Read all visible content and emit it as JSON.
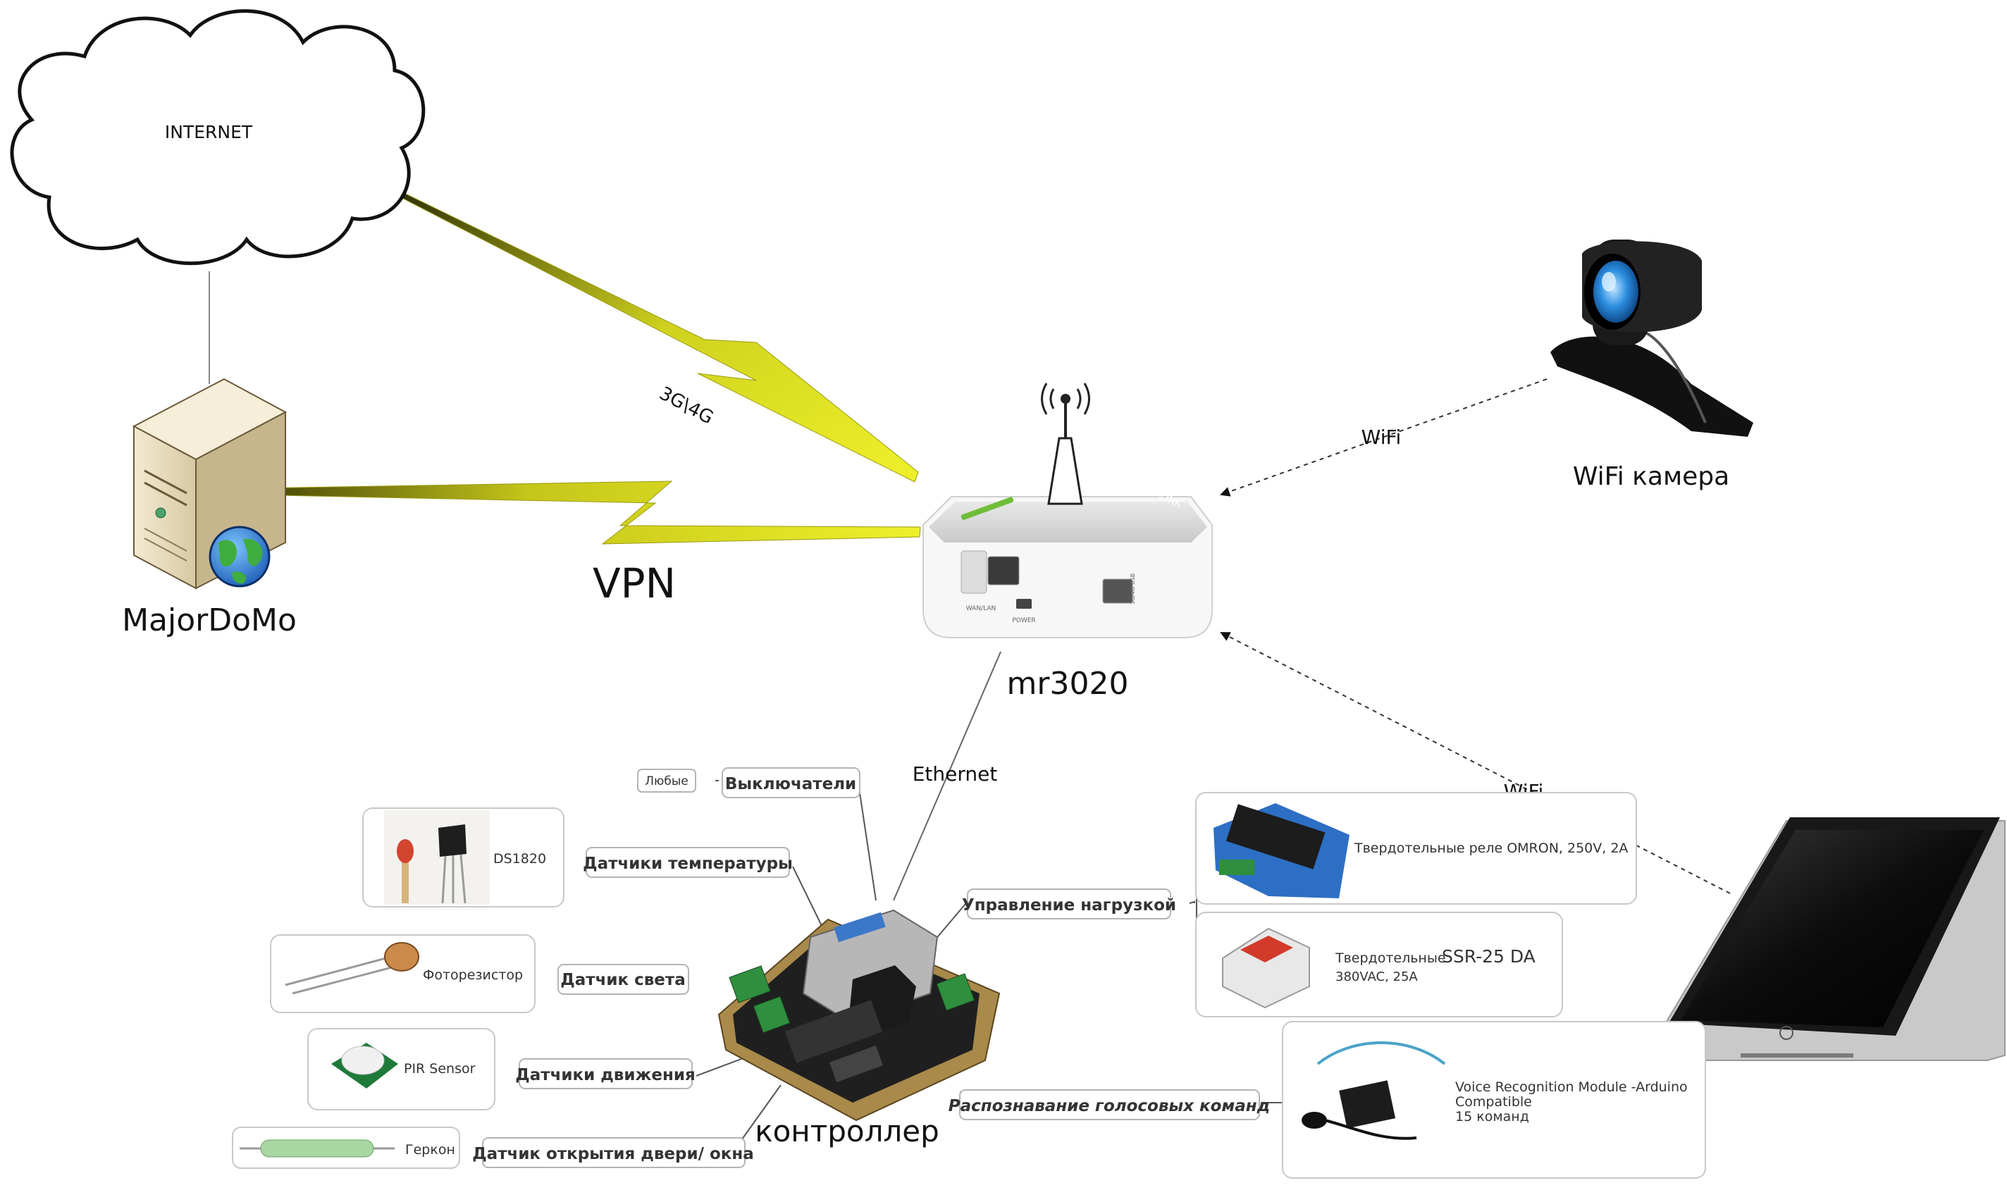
{
  "nodes": {
    "internet": "INTERNET",
    "server": "MajorDoMo",
    "router": "mr3020",
    "camera": "WiFi камера",
    "controller": "контроллер"
  },
  "links": {
    "cellular": "3G\\4G",
    "vpn": "VPN",
    "ethernet": "Ethernet",
    "wifi_camera": "WiFi",
    "wifi_tablet": "WiFi"
  },
  "router_ports": {
    "wan_lan": "WAN/LAN",
    "power": "POWER",
    "usb": "3G/4G USB",
    "brand": "TP-LINK"
  },
  "branches": {
    "switches": "Выключатели",
    "switches_note": "Любые",
    "temperature": "Датчики температуры",
    "temperature_sensor": "DS1820",
    "light": "Датчик света",
    "light_sensor": "Фоторезистор",
    "motion": "Датчики движения",
    "motion_sensor": "PIR Sensor",
    "door": "Датчик открытия двери/ окна",
    "door_sensor": "Геркон",
    "load": "Управление нагрузкой",
    "relay_omron": "Твердотельные реле OMRON, 250V, 2A",
    "ssr_prefix": "Твердотельные",
    "ssr_model": "SSR-25 DA",
    "ssr_spec": "380VAC, 25A",
    "voice": "Распознавание голосовых команд",
    "voice_line1": "Voice Recognition Module -Arduino",
    "voice_line2": "Compatible",
    "voice_line3": "15 команд"
  },
  "colors": {
    "bolt": "#e3e31c",
    "bolt_dark": "#3a3a06",
    "node_border": "#c8c8c8",
    "label_border": "#b4b4b4",
    "router_body": "#f4f4f4",
    "board_green": "#2f8f3e",
    "pcb": "#8a6a2a",
    "camera_lens": "#1e7fd8"
  }
}
